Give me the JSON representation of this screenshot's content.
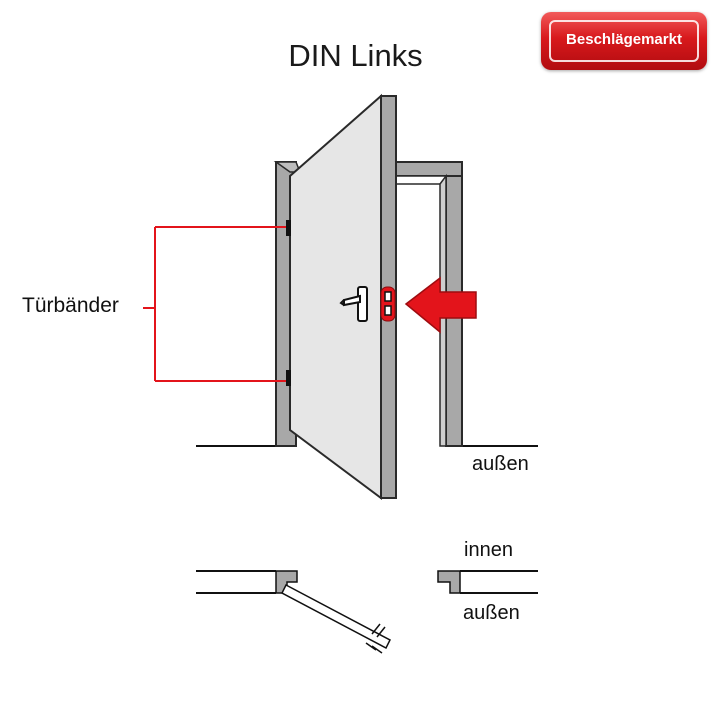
{
  "title": "DIN Links",
  "labels": {
    "hinges": "Türbänder",
    "outside_top": "außen",
    "inside": "innen",
    "outside_bottom": "außen"
  },
  "logo": {
    "text": "Beschlägemarkt"
  },
  "colors": {
    "frame_gray": "#a8a8a8",
    "door_leaf": "#e6e6e6",
    "outline": "#2a2a2a",
    "accent_red": "#e3141b",
    "logo_red": "#d8191c"
  },
  "icons": [
    "door-handle-icon",
    "lock-latch-icon",
    "arrow-left-icon",
    "hinge-icon"
  ]
}
